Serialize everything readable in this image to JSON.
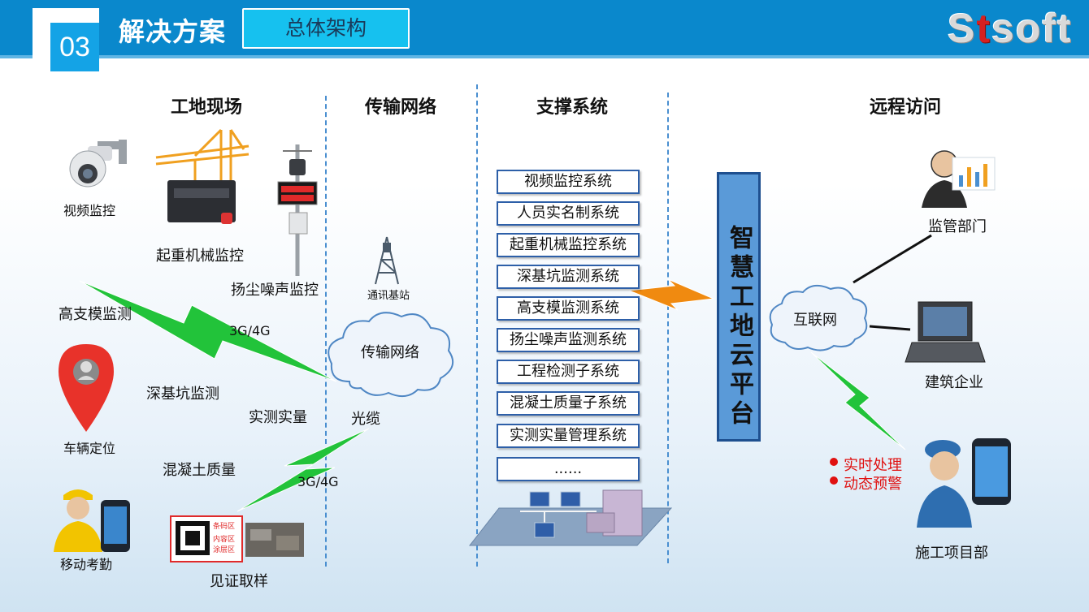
{
  "header": {
    "section_number": "03",
    "section_title": "解决方案",
    "subtitle": "总体架构",
    "logo_prefix": "S",
    "logo_accent": "t",
    "logo_suffix": "soft"
  },
  "columns": {
    "site": "工地现场",
    "transport": "传输网络",
    "support": "支撑系统",
    "remote": "远程访问"
  },
  "site": {
    "video": "视频监控",
    "crane": "起重机械监控",
    "dust": "扬尘噪声监控",
    "formwork": "高支模监测",
    "pit": "深基坑监测",
    "vehicle": "车辆定位",
    "measure": "实测实量",
    "concrete": "混凝土质量",
    "attendance": "移动考勤",
    "sample": "见证取样",
    "net_3g_top": "3G/4G",
    "net_3g_bottom": "3G/4G",
    "fiber": "光缆"
  },
  "transport": {
    "tower": "通讯基站",
    "cloud": "传输网络"
  },
  "systems": [
    "视频监控系统",
    "人员实名制系统",
    "起重机械监控系统",
    "深基坑监测系统",
    "高支模监测系统",
    "扬尘噪声监测系统",
    "工程检测子系统",
    "混凝土质量子系统",
    "实测实量管理系统",
    "......"
  ],
  "platform": "智慧工地云平台",
  "remote": {
    "internet": "互联网",
    "supervisor": "监管部门",
    "company": "建筑企业",
    "project": "施工项目部",
    "feature_1": "实时处理",
    "feature_2": "动态预警"
  },
  "sample_tags": {
    "tag_1": "条码区",
    "tag_2": "内容区",
    "tag_3": "涂层区"
  },
  "colors": {
    "header_blue": "#0a88cc",
    "subtitle_cyan": "#16c1ef",
    "bolt_green": "#22c33a",
    "bolt_orange": "#f08a10",
    "platform_blue": "#5a9ad8",
    "alert_red": "#e01010"
  }
}
